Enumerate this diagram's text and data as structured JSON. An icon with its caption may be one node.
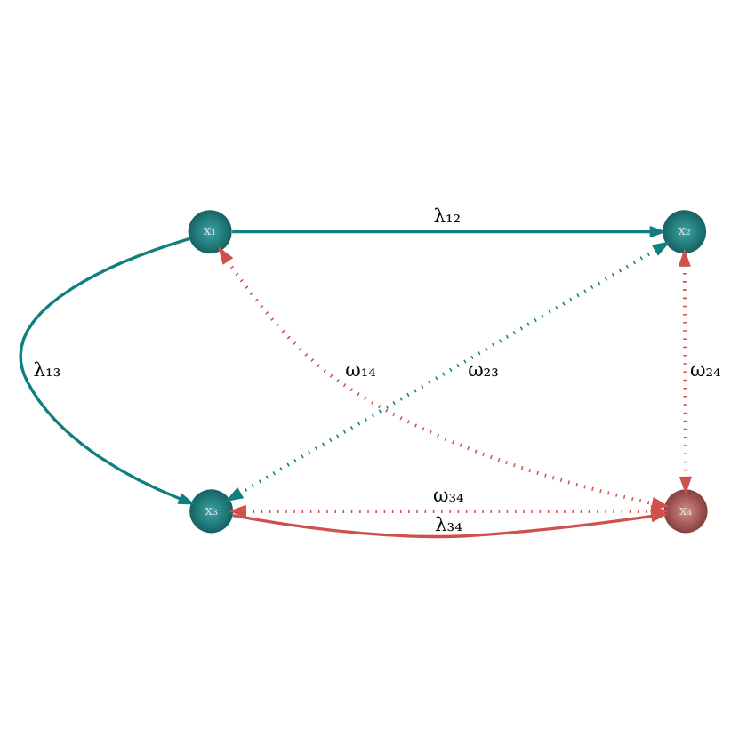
{
  "diagram": {
    "nodes": [
      {
        "text": [
          "x₁"
        ]
      },
      {
        "text": [
          "x₂"
        ]
      },
      {
        "text": [
          "x₃"
        ]
      },
      {
        "text": [
          "x₄"
        ]
      }
    ],
    "edges": [
      {
        "from": 0,
        "to": 1,
        "arrow": "to",
        "label": "λ₁₂",
        "color": "#0f7f7f"
      },
      {
        "from": 0,
        "to": 2,
        "arrow": "to",
        "label": "λ₁₃",
        "color": "#0f7f7f"
      },
      {
        "from": 1,
        "to": 2,
        "arrow": "both",
        "label": "ω₂₃",
        "style": "dashed",
        "color": "#0f7f7f"
      },
      {
        "from": 0,
        "to": 3,
        "arrow": "both",
        "label": "ω₁₄",
        "style": "dashed"
      },
      {
        "from": 1,
        "to": 3,
        "arrow": "both",
        "label": "ω₂₄",
        "style": "dashed"
      },
      {
        "from": 2,
        "to": 3,
        "arrow": "to",
        "label": "λ₃₄"
      },
      {
        "from": 2,
        "to": 3,
        "arrow": "both",
        "label": "ω₃₄",
        "style": "dashed"
      }
    ]
  }
}
